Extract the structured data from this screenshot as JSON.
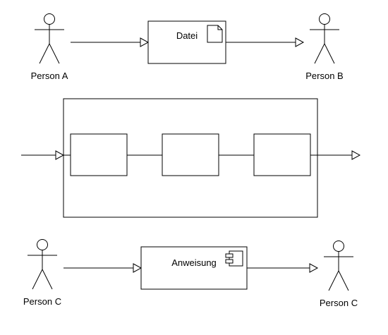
{
  "diagram": {
    "top": {
      "sender_label": "Person A",
      "artifact_label": "Datei",
      "artifact_icon": "document-icon",
      "receiver_label": "Person B"
    },
    "middle": {
      "pipeline_step_count": 3
    },
    "bottom": {
      "sender_label": "Person C",
      "artifact_label": "Anweisung",
      "artifact_icon": "component-icon",
      "receiver_label": "Person C"
    },
    "colors": {
      "stroke": "#000000",
      "fill": "#ffffff"
    }
  }
}
